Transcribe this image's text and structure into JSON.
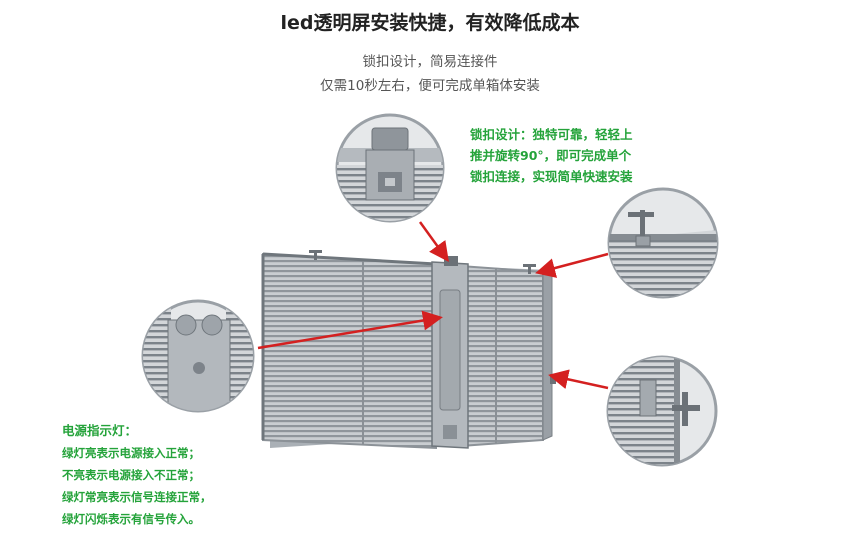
{
  "header": {
    "title": "led透明屏安装快捷，有效降低成本",
    "subtitle_line1": "锁扣设计，简易连接件",
    "subtitle_line2": "仅需10秒左右，便可完成单箱体安装"
  },
  "callout_lock": {
    "line1": "锁扣设计：独特可靠，轻轻上",
    "line2": "推并旋转90°，即可完成单个",
    "line3": "锁扣连接，实现简单快速安装"
  },
  "power_indicator": {
    "heading": "电源指示灯：",
    "lines": [
      "绿灯亮表示电源接入正常；",
      "不亮表示电源接入不正常；",
      "绿灯常亮表示信号连接正常，",
      "绿灯闪烁表示有信号传入。"
    ]
  },
  "colors": {
    "accent_green": "#24a33a",
    "arrow_red": "#d42020",
    "title": "#222222",
    "subtitle": "#555555"
  }
}
